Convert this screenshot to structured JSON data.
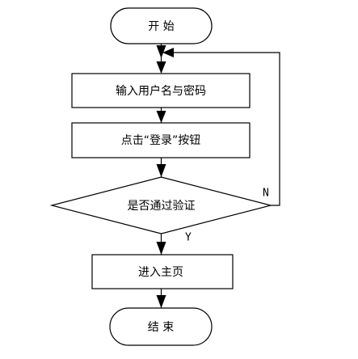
{
  "flowchart": {
    "nodes": {
      "start": {
        "label": "开 始"
      },
      "input": {
        "label": "输入用户名与密码"
      },
      "click": {
        "label": "点击“登录”按钮"
      },
      "decision": {
        "label": "是否通过验证"
      },
      "home": {
        "label": "进入主页"
      },
      "end": {
        "label": "结 束"
      }
    },
    "edges": {
      "yes_label": "Y",
      "no_label": "N"
    }
  }
}
